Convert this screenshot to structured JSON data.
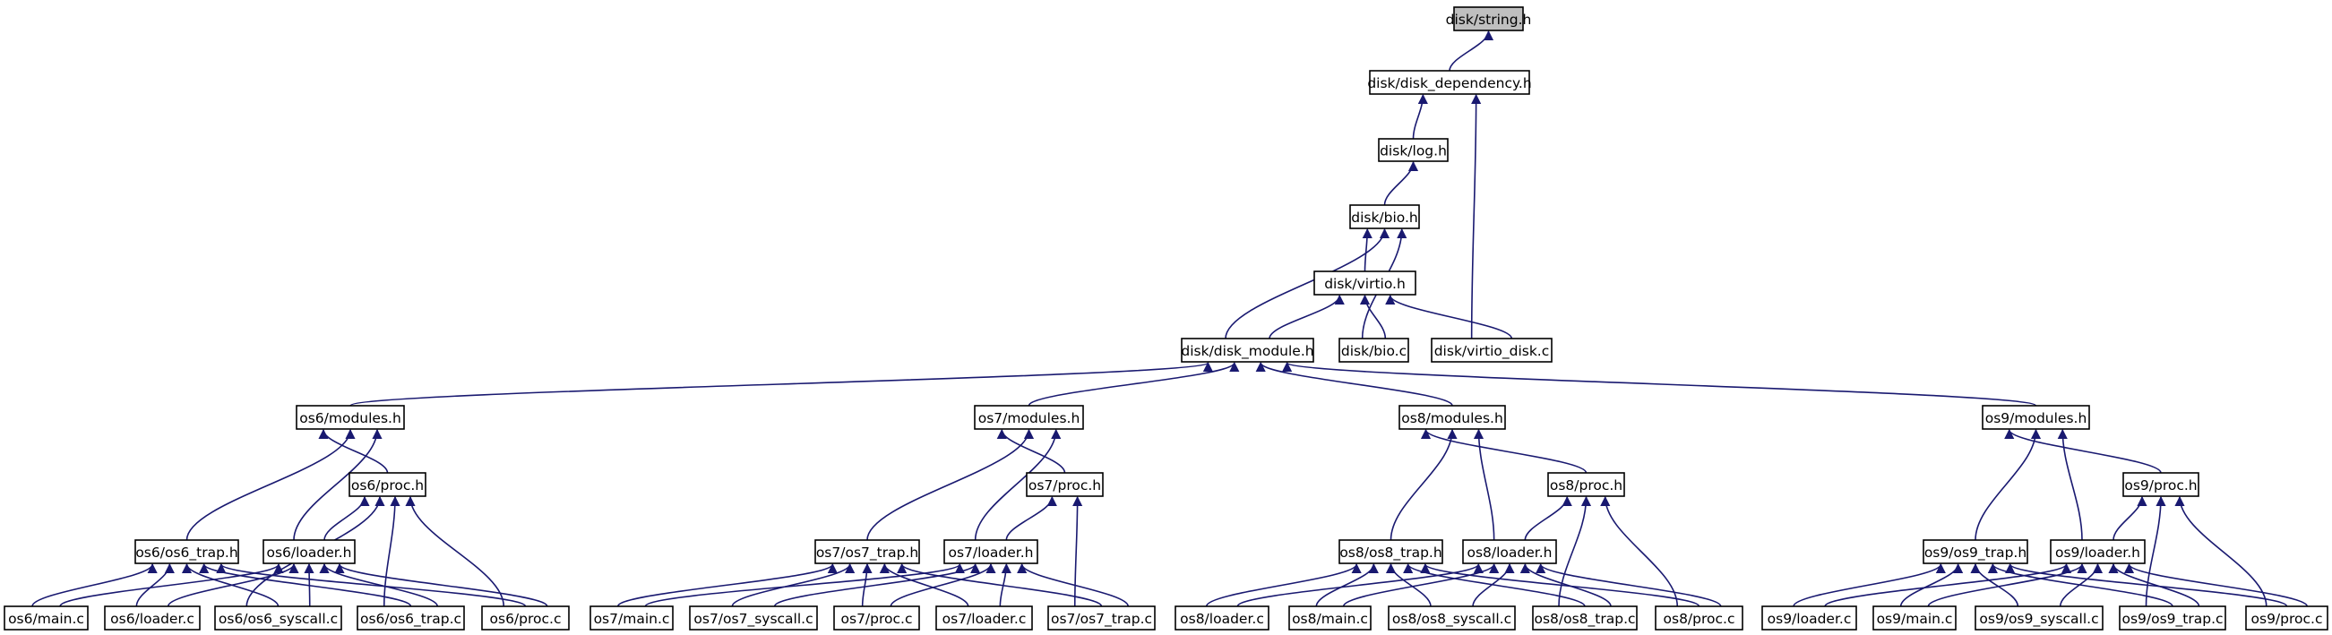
{
  "diagram": {
    "type": "include-dependency-graph",
    "colors": {
      "edge": "#191970",
      "root_fill": "#bfbfbf",
      "node_fill": "#ffffff",
      "border": "#000000"
    },
    "nodes": [
      {
        "id": "string_h",
        "label": "disk/string.h",
        "root": true
      },
      {
        "id": "disk_dependency_h",
        "label": "disk/disk_dependency.h"
      },
      {
        "id": "log_h",
        "label": "disk/log.h"
      },
      {
        "id": "bio_h",
        "label": "disk/bio.h"
      },
      {
        "id": "virtio_h",
        "label": "disk/virtio.h"
      },
      {
        "id": "disk_module_h",
        "label": "disk/disk_module.h"
      },
      {
        "id": "bio_c",
        "label": "disk/bio.c"
      },
      {
        "id": "virtio_disk_c",
        "label": "disk/virtio_disk.c"
      },
      {
        "id": "os6_modules_h",
        "label": "os6/modules.h"
      },
      {
        "id": "os6_proc_h",
        "label": "os6/proc.h"
      },
      {
        "id": "os6_trap_h",
        "label": "os6/os6_trap.h"
      },
      {
        "id": "os6_loader_h",
        "label": "os6/loader.h"
      },
      {
        "id": "os6_main_c",
        "label": "os6/main.c"
      },
      {
        "id": "os6_loader_c",
        "label": "os6/loader.c"
      },
      {
        "id": "os6_syscall_c",
        "label": "os6/os6_syscall.c"
      },
      {
        "id": "os6_trap_c",
        "label": "os6/os6_trap.c"
      },
      {
        "id": "os6_proc_c",
        "label": "os6/proc.c"
      },
      {
        "id": "os7_modules_h",
        "label": "os7/modules.h"
      },
      {
        "id": "os7_proc_h",
        "label": "os7/proc.h"
      },
      {
        "id": "os7_trap_h",
        "label": "os7/os7_trap.h"
      },
      {
        "id": "os7_loader_h",
        "label": "os7/loader.h"
      },
      {
        "id": "os7_main_c",
        "label": "os7/main.c"
      },
      {
        "id": "os7_syscall_c",
        "label": "os7/os7_syscall.c"
      },
      {
        "id": "os7_proc_c",
        "label": "os7/proc.c"
      },
      {
        "id": "os7_loader_c",
        "label": "os7/loader.c"
      },
      {
        "id": "os7_trap_c",
        "label": "os7/os7_trap.c"
      },
      {
        "id": "os8_modules_h",
        "label": "os8/modules.h"
      },
      {
        "id": "os8_proc_h",
        "label": "os8/proc.h"
      },
      {
        "id": "os8_trap_h",
        "label": "os8/os8_trap.h"
      },
      {
        "id": "os8_loader_h",
        "label": "os8/loader.h"
      },
      {
        "id": "os8_loader_c",
        "label": "os8/loader.c"
      },
      {
        "id": "os8_main_c",
        "label": "os8/main.c"
      },
      {
        "id": "os8_syscall_c",
        "label": "os8/os8_syscall.c"
      },
      {
        "id": "os8_trap_c",
        "label": "os8/os8_trap.c"
      },
      {
        "id": "os8_proc_c",
        "label": "os8/proc.c"
      },
      {
        "id": "os9_modules_h",
        "label": "os9/modules.h"
      },
      {
        "id": "os9_proc_h",
        "label": "os9/proc.h"
      },
      {
        "id": "os9_trap_h",
        "label": "os9/os9_trap.h"
      },
      {
        "id": "os9_loader_h",
        "label": "os9/loader.h"
      },
      {
        "id": "os9_loader_c",
        "label": "os9/loader.c"
      },
      {
        "id": "os9_main_c",
        "label": "os9/main.c"
      },
      {
        "id": "os9_syscall_c",
        "label": "os9/os9_syscall.c"
      },
      {
        "id": "os9_trap_c",
        "label": "os9/os9_trap.c"
      },
      {
        "id": "os9_proc_c",
        "label": "os9/proc.c"
      }
    ],
    "edges": [
      [
        "disk_dependency_h",
        "string_h"
      ],
      [
        "log_h",
        "disk_dependency_h"
      ],
      [
        "virtio_disk_c",
        "disk_dependency_h"
      ],
      [
        "bio_h",
        "log_h"
      ],
      [
        "virtio_h",
        "bio_h"
      ],
      [
        "disk_module_h",
        "bio_h"
      ],
      [
        "bio_c",
        "bio_h"
      ],
      [
        "disk_module_h",
        "virtio_h"
      ],
      [
        "bio_c",
        "virtio_h"
      ],
      [
        "virtio_disk_c",
        "virtio_h"
      ],
      [
        "os6_modules_h",
        "disk_module_h"
      ],
      [
        "os7_modules_h",
        "disk_module_h"
      ],
      [
        "os8_modules_h",
        "disk_module_h"
      ],
      [
        "os9_modules_h",
        "disk_module_h"
      ],
      [
        "os6_proc_h",
        "os6_modules_h"
      ],
      [
        "os6_trap_h",
        "os6_modules_h"
      ],
      [
        "os6_loader_h",
        "os6_modules_h"
      ],
      [
        "os6_loader_h",
        "os6_proc_h"
      ],
      [
        "os6_syscall_c",
        "os6_proc_h"
      ],
      [
        "os6_trap_c",
        "os6_proc_h"
      ],
      [
        "os6_proc_c",
        "os6_proc_h"
      ],
      [
        "os6_main_c",
        "os6_trap_h"
      ],
      [
        "os6_loader_c",
        "os6_trap_h"
      ],
      [
        "os6_syscall_c",
        "os6_trap_h"
      ],
      [
        "os6_trap_c",
        "os6_trap_h"
      ],
      [
        "os6_proc_c",
        "os6_trap_h"
      ],
      [
        "os6_main_c",
        "os6_loader_h"
      ],
      [
        "os6_loader_c",
        "os6_loader_h"
      ],
      [
        "os6_syscall_c",
        "os6_loader_h"
      ],
      [
        "os6_trap_c",
        "os6_loader_h"
      ],
      [
        "os6_proc_c",
        "os6_loader_h"
      ],
      [
        "os7_proc_h",
        "os7_modules_h"
      ],
      [
        "os7_trap_h",
        "os7_modules_h"
      ],
      [
        "os7_loader_h",
        "os7_modules_h"
      ],
      [
        "os7_loader_h",
        "os7_proc_h"
      ],
      [
        "os7_trap_c",
        "os7_proc_h"
      ],
      [
        "os7_main_c",
        "os7_trap_h"
      ],
      [
        "os7_syscall_c",
        "os7_trap_h"
      ],
      [
        "os7_proc_c",
        "os7_trap_h"
      ],
      [
        "os7_loader_c",
        "os7_trap_h"
      ],
      [
        "os7_trap_c",
        "os7_trap_h"
      ],
      [
        "os7_main_c",
        "os7_loader_h"
      ],
      [
        "os7_syscall_c",
        "os7_loader_h"
      ],
      [
        "os7_proc_c",
        "os7_loader_h"
      ],
      [
        "os7_loader_c",
        "os7_loader_h"
      ],
      [
        "os7_trap_c",
        "os7_loader_h"
      ],
      [
        "os8_proc_h",
        "os8_modules_h"
      ],
      [
        "os8_trap_h",
        "os8_modules_h"
      ],
      [
        "os8_loader_h",
        "os8_modules_h"
      ],
      [
        "os8_loader_h",
        "os8_proc_h"
      ],
      [
        "os8_trap_c",
        "os8_proc_h"
      ],
      [
        "os8_proc_c",
        "os8_proc_h"
      ],
      [
        "os8_loader_c",
        "os8_trap_h"
      ],
      [
        "os8_main_c",
        "os8_trap_h"
      ],
      [
        "os8_syscall_c",
        "os8_trap_h"
      ],
      [
        "os8_trap_c",
        "os8_trap_h"
      ],
      [
        "os8_proc_c",
        "os8_trap_h"
      ],
      [
        "os8_loader_c",
        "os8_loader_h"
      ],
      [
        "os8_main_c",
        "os8_loader_h"
      ],
      [
        "os8_syscall_c",
        "os8_loader_h"
      ],
      [
        "os8_trap_c",
        "os8_loader_h"
      ],
      [
        "os8_proc_c",
        "os8_loader_h"
      ],
      [
        "os9_proc_h",
        "os9_modules_h"
      ],
      [
        "os9_trap_h",
        "os9_modules_h"
      ],
      [
        "os9_loader_h",
        "os9_modules_h"
      ],
      [
        "os9_loader_h",
        "os9_proc_h"
      ],
      [
        "os9_trap_c",
        "os9_proc_h"
      ],
      [
        "os9_proc_c",
        "os9_proc_h"
      ],
      [
        "os9_loader_c",
        "os9_trap_h"
      ],
      [
        "os9_main_c",
        "os9_trap_h"
      ],
      [
        "os9_syscall_c",
        "os9_trap_h"
      ],
      [
        "os9_trap_c",
        "os9_trap_h"
      ],
      [
        "os9_proc_c",
        "os9_trap_h"
      ],
      [
        "os9_loader_c",
        "os9_loader_h"
      ],
      [
        "os9_main_c",
        "os9_loader_h"
      ],
      [
        "os9_syscall_c",
        "os9_loader_h"
      ],
      [
        "os9_trap_c",
        "os9_loader_h"
      ],
      [
        "os9_proc_c",
        "os9_loader_h"
      ]
    ]
  }
}
